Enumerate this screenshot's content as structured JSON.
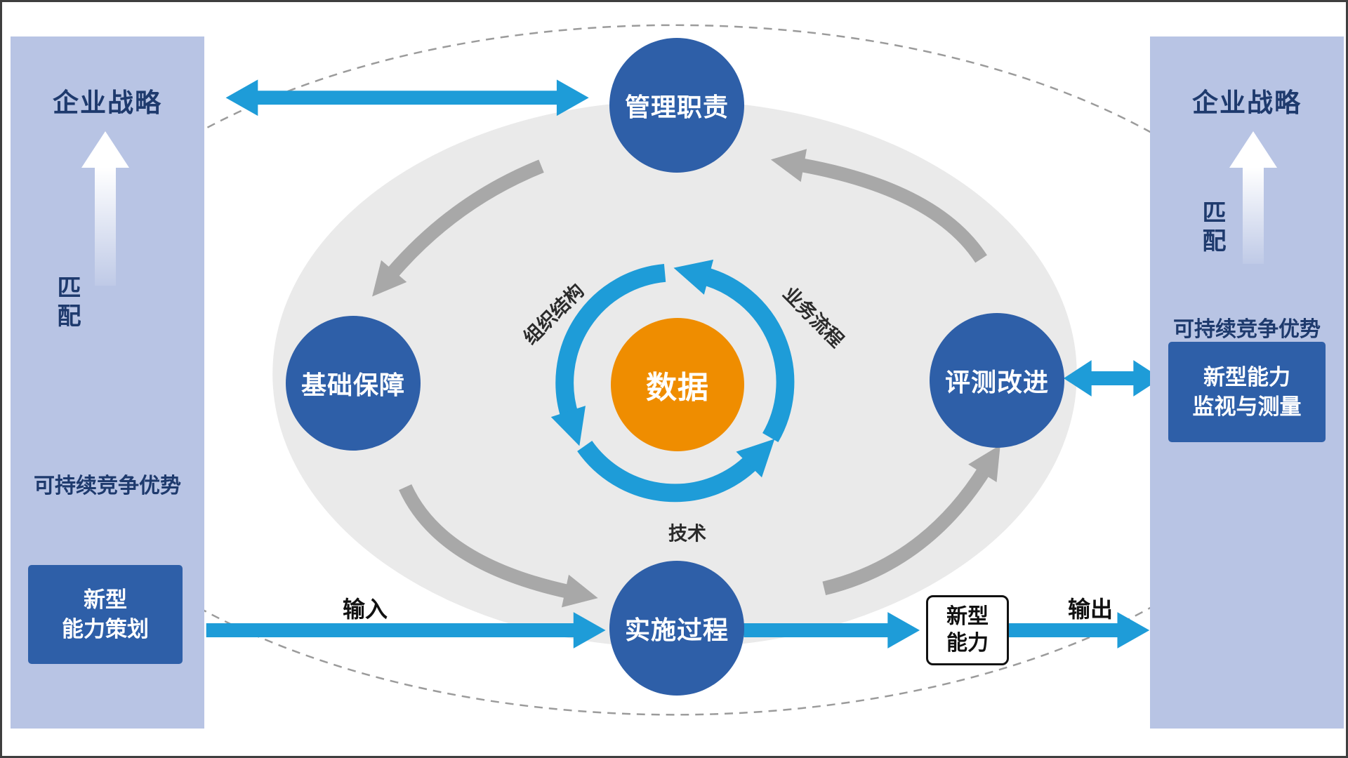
{
  "colors": {
    "accent_blue": "#1e9cd8",
    "node_blue": "#2e5fa8",
    "data_orange": "#ef8d00",
    "panel_blue": "#b8c4e4",
    "navy_text": "#1e3a6d",
    "gray_arrow": "#a8a8a8",
    "inner_ellipse": "#eaeaea"
  },
  "left_panel": {
    "strategy": "企业战略",
    "match": "匹配",
    "advantage": "可持续竞争优势",
    "box": {
      "line1": "新型",
      "line2": "能力策划"
    }
  },
  "right_panel": {
    "strategy": "企业战略",
    "match": "匹配",
    "advantage": "可持续竞争优势",
    "box": {
      "line1": "新型能力",
      "line2": "监视与测量"
    }
  },
  "nodes": {
    "management": "管理职责",
    "foundation": "基础保障",
    "evaluation": "评测改进",
    "implementation": "实施过程",
    "data": "数据"
  },
  "cycle": {
    "organization": "组织结构",
    "business_process": "业务流程",
    "technology": "技术"
  },
  "flow": {
    "input_label": "输入",
    "output_label": "输出",
    "capability_box": {
      "line1": "新型",
      "line2": "能力"
    }
  }
}
